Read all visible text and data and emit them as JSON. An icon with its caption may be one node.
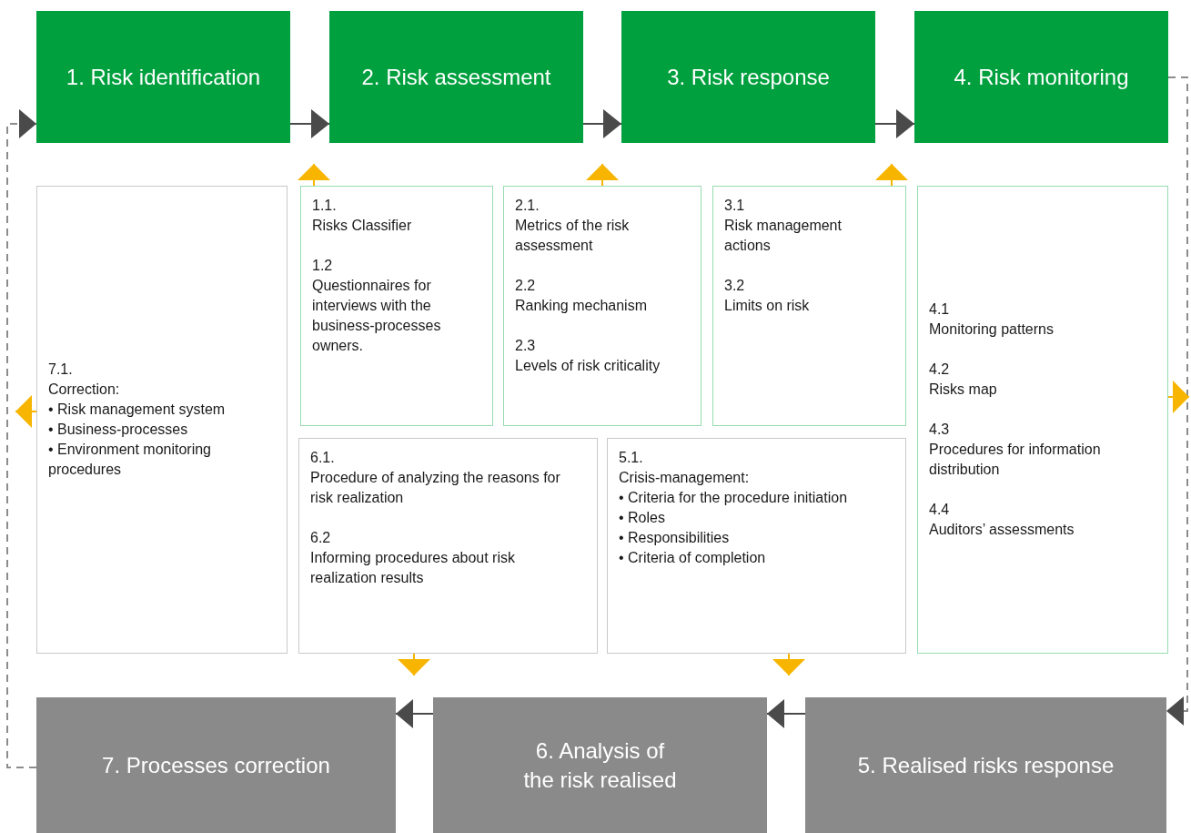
{
  "diagram": {
    "nodes": [
      {
        "text": [
          "1. Risk identification"
        ]
      },
      {
        "text": [
          "2. Risk assessment"
        ]
      },
      {
        "text": [
          "3. Risk response"
        ]
      },
      {
        "text": [
          "4. Risk monitoring"
        ]
      },
      {
        "text": [
          "7.1.",
          "Correction:",
          "• Risk management system",
          "• Business-processes",
          "• Environment monitoring procedures"
        ]
      },
      {
        "text": [
          "1.1.",
          "Risks Classifier",
          "1.2",
          "Questionnaires for interviews with the business-processes owners."
        ]
      },
      {
        "text": [
          "2.1.",
          "Metrics of the risk assessment",
          "2.2",
          "Ranking mechanism",
          "2.3",
          "Levels of risk criticality"
        ]
      },
      {
        "text": [
          "3.1",
          "Risk management actions",
          "3.2",
          "Limits on risk"
        ]
      },
      {
        "text": [
          "4.1",
          "Monitoring patterns",
          "4.2",
          "Risks map",
          "4.3",
          "Procedures for information distribution",
          "4.4",
          "Auditors’ assessments"
        ]
      },
      {
        "text": [
          "6.1.",
          "Procedure of analyzing the reasons for risk realization",
          "6.2",
          "Informing procedures about risk realization results"
        ]
      },
      {
        "text": [
          "5.1.",
          "Crisis-management:",
          "• Criteria for the procedure initiation",
          "• Roles",
          "• Responsibilities",
          "• Criteria of completion"
        ]
      },
      {
        "text": [
          "7. Processes correction"
        ]
      },
      {
        "text": [
          "6. Analysis of the risk realised"
        ]
      },
      {
        "text": [
          "5. Realised risks response"
        ]
      }
    ],
    "edges": [
      {
        "from": 0,
        "to": 1,
        "arrow": "to",
        "color": "#4a4a4a"
      },
      {
        "from": 1,
        "to": 2,
        "arrow": "to",
        "color": "#4a4a4a"
      },
      {
        "from": 2,
        "to": 3,
        "arrow": "to",
        "color": "#4a4a4a"
      },
      {
        "from": 3,
        "to": 13,
        "arrow": "to",
        "style": "dashed",
        "color": "#8c8c8c"
      },
      {
        "from": 13,
        "to": 12,
        "arrow": "to",
        "color": "#4a4a4a"
      },
      {
        "from": 12,
        "to": 11,
        "arrow": "to",
        "color": "#4a4a4a"
      },
      {
        "from": 11,
        "to": 0,
        "arrow": "to",
        "style": "dashed",
        "color": "#8c8c8c"
      },
      {
        "from": 4,
        "to": null,
        "arrow": "to",
        "color": "#f7b500"
      },
      {
        "from": 5,
        "to": null,
        "arrow": "to",
        "color": "#f7b500"
      },
      {
        "from": 6,
        "to": null,
        "arrow": "to",
        "color": "#f7b500"
      },
      {
        "from": 7,
        "to": null,
        "arrow": "to",
        "color": "#f7b500"
      },
      {
        "from": 8,
        "to": null,
        "arrow": "to",
        "color": "#f7b500"
      },
      {
        "from": 9,
        "to": null,
        "arrow": "to",
        "color": "#f7b500"
      },
      {
        "from": 10,
        "to": null,
        "arrow": "to",
        "color": "#f7b500"
      }
    ]
  }
}
